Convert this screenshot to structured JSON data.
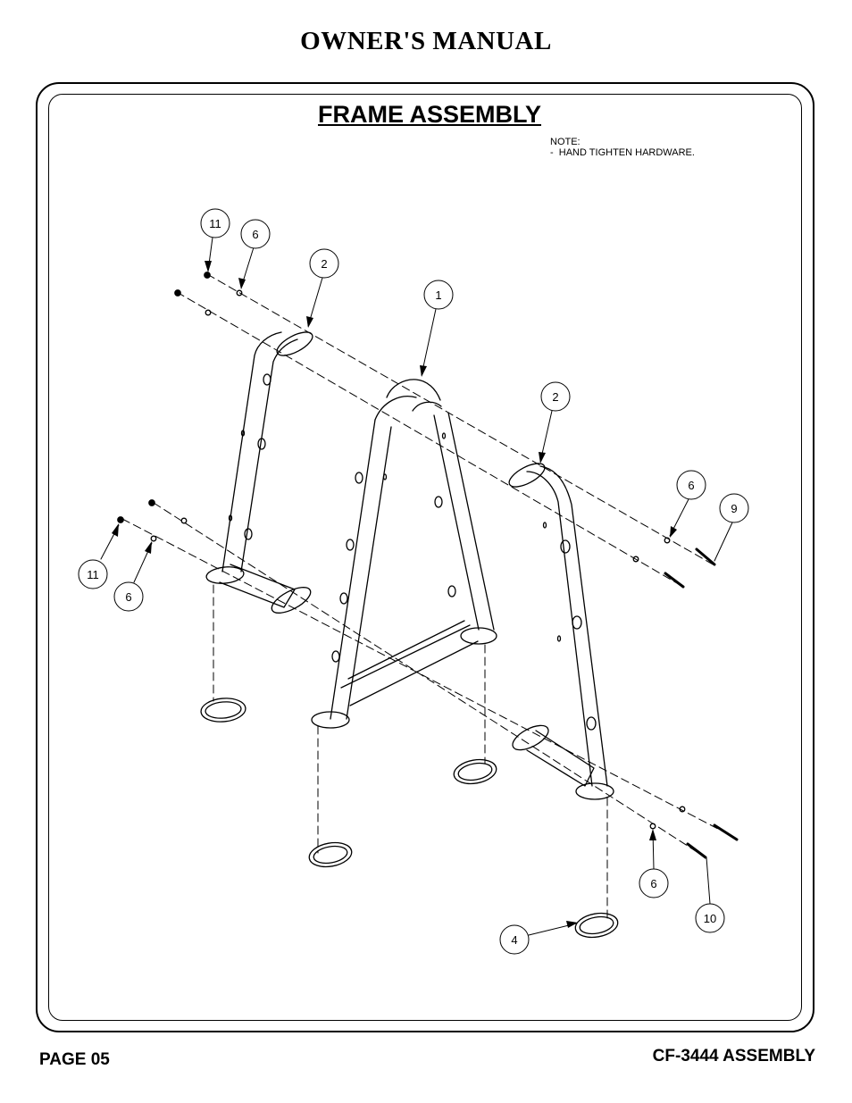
{
  "header": {
    "title": "OWNER'S MANUAL"
  },
  "section": {
    "title": "FRAME ASSEMBLY"
  },
  "note": {
    "heading": "NOTE:",
    "lines": [
      "-  HAND TIGHTEN HARDWARE."
    ]
  },
  "callouts": [
    {
      "label": "11"
    },
    {
      "label": "6"
    },
    {
      "label": "2"
    },
    {
      "label": "1"
    },
    {
      "label": "2"
    },
    {
      "label": "6"
    },
    {
      "label": "9"
    },
    {
      "label": "11"
    },
    {
      "label": "6"
    },
    {
      "label": "6"
    },
    {
      "label": "10"
    },
    {
      "label": "4"
    }
  ],
  "footer": {
    "page": "PAGE 05",
    "model": "CF-3444 ASSEMBLY"
  }
}
